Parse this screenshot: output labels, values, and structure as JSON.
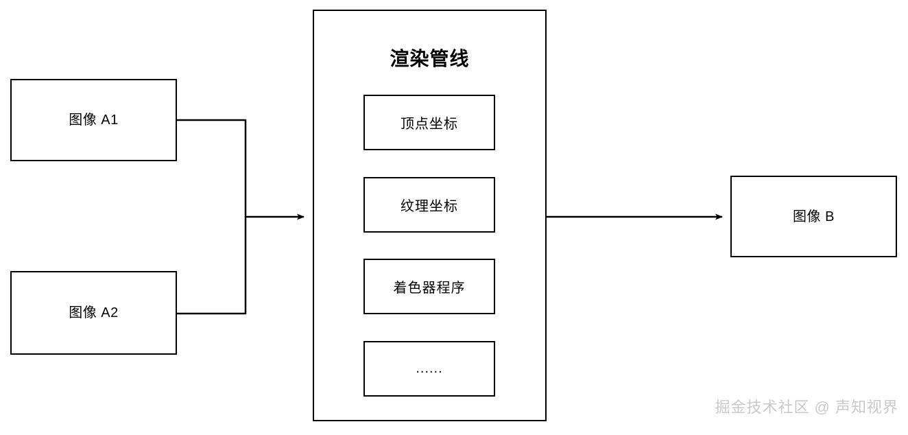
{
  "diagram": {
    "title": "渲染管线",
    "background_color": "#ffffff",
    "line_color": "#000000",
    "nodes": {
      "image_a1": {
        "label": "图像 A1"
      },
      "image_a2": {
        "label": "图像 A2"
      },
      "image_b": {
        "label": "图像 B"
      }
    },
    "pipeline": {
      "title": "渲染管线",
      "stages": [
        {
          "label": "顶点坐标"
        },
        {
          "label": "纹理坐标"
        },
        {
          "label": "着色器程序"
        },
        {
          "label": "......"
        }
      ]
    },
    "edges": [
      {
        "name": "a1-to-pipeline",
        "from": "图像 A1",
        "to": "渲染管线",
        "label": ""
      },
      {
        "name": "a2-to-pipeline",
        "from": "图像 A2",
        "to": "渲染管线",
        "label": ""
      },
      {
        "name": "pipeline-to-b",
        "from": "渲染管线",
        "to": "图像 B",
        "label": ""
      }
    ]
  },
  "watermark": {
    "text": "掘金技术社区 @ 声知视界",
    "color": "#c9c9c9"
  }
}
